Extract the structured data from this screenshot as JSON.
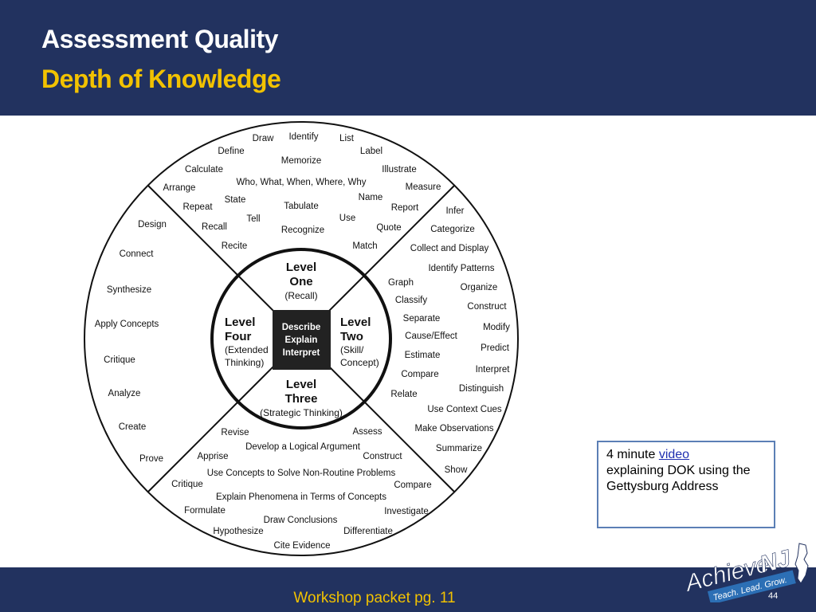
{
  "slide": {
    "title": "Assessment Quality",
    "subtitle": "Depth of Knowledge",
    "footer": "Workshop packet pg. 11",
    "page_number": "44",
    "colors": {
      "header": "#22325f",
      "subtitle": "#f2c200",
      "note_border": "#5b7fb5"
    }
  },
  "note": {
    "prefix": "4 minute",
    "link": "video",
    "suffix": "explaining DOK using the Gettysburg Address"
  },
  "logo": {
    "brand_main": "Achieve",
    "brand_bold": "NJ",
    "tagline": "Teach. Lead. Grow.",
    "icon": "new-jersey-state-icon"
  },
  "wheel": {
    "center": [
      "Describe",
      "Explain",
      "Interpret"
    ],
    "levels": {
      "one": {
        "line1": "Level",
        "line2": "One",
        "desc": "(Recall)"
      },
      "two": {
        "line1": "Level",
        "line2": "Two",
        "desc1": "(Skill/",
        "desc2": "Concept)"
      },
      "three": {
        "line1": "Level",
        "line2": "Three",
        "desc": "(Strategic Thinking)"
      },
      "four": {
        "line1": "Level",
        "line2": "Four",
        "desc1": "(Extended",
        "desc2": "Thinking)"
      }
    },
    "top_words": [
      "Draw",
      "Identify",
      "List",
      "Define",
      "Label",
      "Memorize",
      "Calculate",
      "Illustrate",
      "Who, What, When, Where, Why",
      "Arrange",
      "Measure",
      "State",
      "Name",
      "Repeat",
      "Tabulate",
      "Report",
      "Use",
      "Tell",
      "Recall",
      "Quote",
      "Recognize",
      "Recite",
      "Match"
    ],
    "right_words": [
      "Infer",
      "Categorize",
      "Collect and Display",
      "Identify Patterns",
      "Graph",
      "Organize",
      "Classify",
      "Construct",
      "Separate",
      "Modify",
      "Cause/Effect",
      "Predict",
      "Estimate",
      "Interpret",
      "Compare",
      "Distinguish",
      "Relate",
      "Use Context Cues",
      "Make Observations",
      "Summarize",
      "Show"
    ],
    "bottom_words": [
      "Revise",
      "Assess",
      "Develop a Logical Argument",
      "Apprise",
      "Construct",
      "Use Concepts to Solve Non-Routine Problems",
      "Critique",
      "Compare",
      "Explain Phenomena in Terms of Concepts",
      "Formulate",
      "Investigate",
      "Draw Conclusions",
      "Hypothesize",
      "Differentiate",
      "Cite Evidence"
    ],
    "left_words": [
      "Design",
      "Connect",
      "Synthesize",
      "Apply Concepts",
      "Critique",
      "Analyze",
      "Create",
      "Prove"
    ]
  }
}
